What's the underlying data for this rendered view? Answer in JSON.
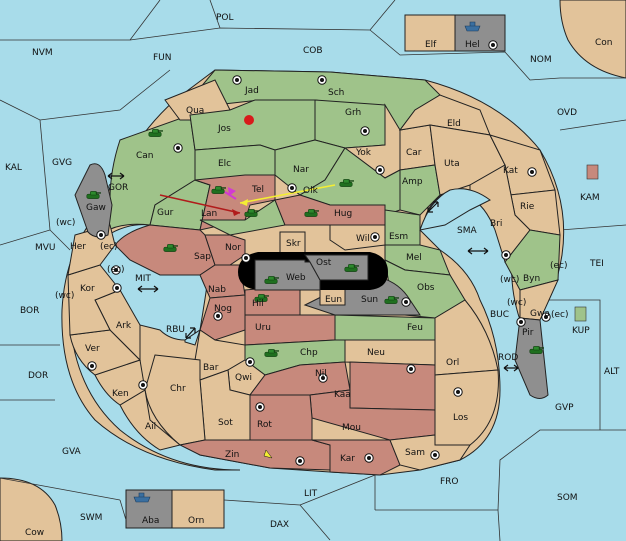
{
  "colors": {
    "sea": "#a8dcea",
    "neutral": "#e2c39a",
    "green": "#9fc38a",
    "red": "#c7897c",
    "grey": "#8f8f8f",
    "black": "#000000",
    "orders_red": "#b11b1b",
    "orders_yellow": "#f4ee33",
    "orders_magenta": "#d23ad2"
  },
  "sea_zones": [
    {
      "id": "POL",
      "label": "POL"
    },
    {
      "id": "NVM",
      "label": "NVM"
    },
    {
      "id": "FUN",
      "label": "FUN"
    },
    {
      "id": "COB",
      "label": "COB"
    },
    {
      "id": "NOM",
      "label": "NOM"
    },
    {
      "id": "OVD",
      "label": "OVD"
    },
    {
      "id": "KAL",
      "label": "KAL"
    },
    {
      "id": "GVG",
      "label": "GVG"
    },
    {
      "id": "GOR",
      "label": "GOR"
    },
    {
      "id": "MVU",
      "label": "MVU"
    },
    {
      "id": "KAM",
      "label": "KAM"
    },
    {
      "id": "TEI",
      "label": "TEI"
    },
    {
      "id": "BOR",
      "label": "BOR"
    },
    {
      "id": "MIT",
      "label": "MIT"
    },
    {
      "id": "SMA",
      "label": "SMA"
    },
    {
      "id": "RBU",
      "label": "RBU"
    },
    {
      "id": "BUC",
      "label": "BUC"
    },
    {
      "id": "KUP",
      "label": "KUP"
    },
    {
      "id": "DOR",
      "label": "DOR"
    },
    {
      "id": "ROD",
      "label": "ROD"
    },
    {
      "id": "ALT",
      "label": "ALT"
    },
    {
      "id": "GVP",
      "label": "GVP"
    },
    {
      "id": "GVA",
      "label": "GVA"
    },
    {
      "id": "FRO",
      "label": "FRO"
    },
    {
      "id": "SOM",
      "label": "SOM"
    },
    {
      "id": "LIT",
      "label": "LIT"
    },
    {
      "id": "SWM",
      "label": "SWM"
    },
    {
      "id": "DAX",
      "label": "DAX"
    }
  ],
  "land_provinces": [
    {
      "id": "Con",
      "label": "Con"
    },
    {
      "id": "Elf",
      "label": "Elf"
    },
    {
      "id": "Hel",
      "label": "Hel"
    },
    {
      "id": "Cow",
      "label": "Cow"
    },
    {
      "id": "Aba",
      "label": "Aba"
    },
    {
      "id": "Orn",
      "label": "Orn"
    },
    {
      "id": "Jad",
      "label": "Jad"
    },
    {
      "id": "Sch",
      "label": "Sch"
    },
    {
      "id": "Qua",
      "label": "Qua"
    },
    {
      "id": "Jos",
      "label": "Jos"
    },
    {
      "id": "Grh",
      "label": "Grh"
    },
    {
      "id": "Eld",
      "label": "Eld"
    },
    {
      "id": "Can",
      "label": "Can"
    },
    {
      "id": "Yok",
      "label": "Yok"
    },
    {
      "id": "Car",
      "label": "Car"
    },
    {
      "id": "Elc",
      "label": "Elc"
    },
    {
      "id": "Nar",
      "label": "Nar"
    },
    {
      "id": "Uta",
      "label": "Uta"
    },
    {
      "id": "Tel",
      "label": "Tel"
    },
    {
      "id": "Olk",
      "label": "Olk"
    },
    {
      "id": "Amp",
      "label": "Amp"
    },
    {
      "id": "Kat",
      "label": "Kat"
    },
    {
      "id": "Gaw",
      "label": "Gaw"
    },
    {
      "id": "Gur",
      "label": "Gur"
    },
    {
      "id": "Lan",
      "label": "Lan"
    },
    {
      "id": "Hug",
      "label": "Hug"
    },
    {
      "id": "Rie",
      "label": "Rie"
    },
    {
      "id": "Bri",
      "label": "Bri"
    },
    {
      "id": "Wil",
      "label": "Wil"
    },
    {
      "id": "Esm",
      "label": "Esm"
    },
    {
      "id": "Her",
      "label": "Her"
    },
    {
      "id": "Nor",
      "label": "Nor"
    },
    {
      "id": "Skr",
      "label": "Skr"
    },
    {
      "id": "Sap",
      "label": "Sap"
    },
    {
      "id": "Ost",
      "label": "Ost"
    },
    {
      "id": "Mel",
      "label": "Mel"
    },
    {
      "id": "Web",
      "label": "Web"
    },
    {
      "id": "Byn",
      "label": "Byn"
    },
    {
      "id": "Kor",
      "label": "Kor"
    },
    {
      "id": "Nab",
      "label": "Nab"
    },
    {
      "id": "Eun",
      "label": "Eun"
    },
    {
      "id": "Sun",
      "label": "Sun"
    },
    {
      "id": "Obs",
      "label": "Obs"
    },
    {
      "id": "Hil",
      "label": "Hil"
    },
    {
      "id": "Gwa",
      "label": "Gwa"
    },
    {
      "id": "Ark",
      "label": "Ark"
    },
    {
      "id": "Nog",
      "label": "Nog"
    },
    {
      "id": "Uru",
      "label": "Uru"
    },
    {
      "id": "Feu",
      "label": "Feu"
    },
    {
      "id": "Pir",
      "label": "Pir"
    },
    {
      "id": "Ver",
      "label": "Ver"
    },
    {
      "id": "Chp",
      "label": "Chp"
    },
    {
      "id": "Neu",
      "label": "Neu"
    },
    {
      "id": "Orl",
      "label": "Orl"
    },
    {
      "id": "Bar",
      "label": "Bar"
    },
    {
      "id": "Qwi",
      "label": "Qwi"
    },
    {
      "id": "Nil",
      "label": "Nil"
    },
    {
      "id": "Ken",
      "label": "Ken"
    },
    {
      "id": "Chr",
      "label": "Chr"
    },
    {
      "id": "Kaa",
      "label": "Kaa"
    },
    {
      "id": "Ail",
      "label": "Ail"
    },
    {
      "id": "Sot",
      "label": "Sot"
    },
    {
      "id": "Rot",
      "label": "Rot"
    },
    {
      "id": "Mou",
      "label": "Mou"
    },
    {
      "id": "Los",
      "label": "Los"
    },
    {
      "id": "Zin",
      "label": "Zin"
    },
    {
      "id": "Kar",
      "label": "Kar"
    },
    {
      "id": "Sam",
      "label": "Sam"
    }
  ],
  "coast_tags": {
    "wc": "(wc)",
    "ec": "(ec)"
  }
}
